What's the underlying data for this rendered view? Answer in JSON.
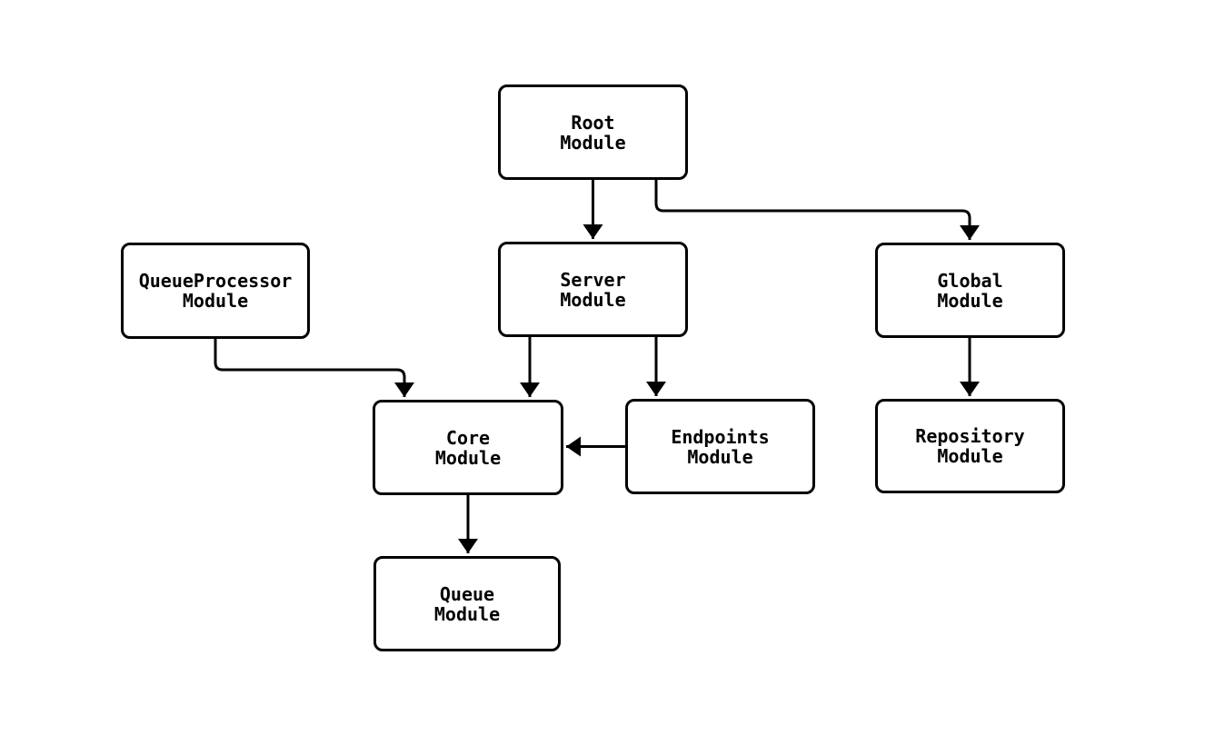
{
  "diagram": {
    "type": "flowchart",
    "direction": "top-down",
    "background_color": "#ffffff",
    "style": {
      "node_fill": "#ffffff",
      "node_border_color": "#000000",
      "edge_color": "#000000",
      "text_color": "#000000"
    },
    "nodes": {
      "root": {
        "line1": "Root",
        "line2": "Module"
      },
      "queueprocessor": {
        "line1": "QueueProcessor",
        "line2": "Module"
      },
      "server": {
        "line1": "Server",
        "line2": "Module"
      },
      "global": {
        "line1": "Global",
        "line2": "Module"
      },
      "core": {
        "line1": "Core",
        "line2": "Module"
      },
      "endpoints": {
        "line1": "Endpoints",
        "line2": "Module"
      },
      "repository": {
        "line1": "Repository",
        "line2": "Module"
      },
      "queue": {
        "line1": "Queue",
        "line2": "Module"
      }
    },
    "edges": [
      {
        "from": "Root Module",
        "to": "Server Module"
      },
      {
        "from": "Root Module",
        "to": "Global Module"
      },
      {
        "from": "QueueProcessor Module",
        "to": "Core Module"
      },
      {
        "from": "Server Module",
        "to": "Core Module"
      },
      {
        "from": "Server Module",
        "to": "Endpoints Module"
      },
      {
        "from": "Endpoints Module",
        "to": "Core Module"
      },
      {
        "from": "Global Module",
        "to": "Repository Module"
      },
      {
        "from": "Core Module",
        "to": "Queue Module"
      }
    ]
  }
}
